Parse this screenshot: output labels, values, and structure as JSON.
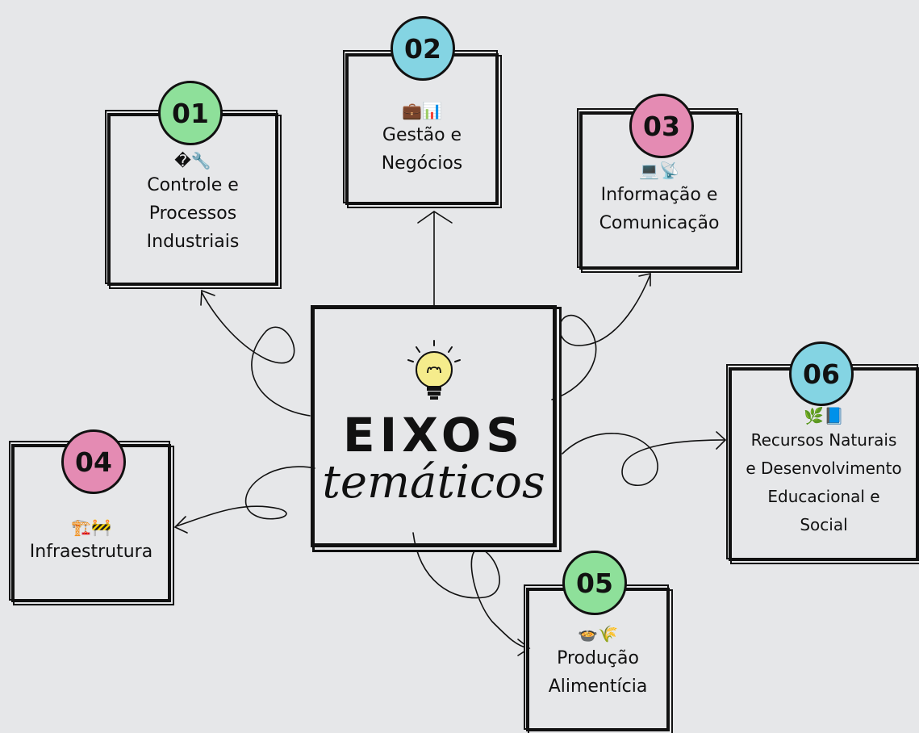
{
  "colors": {
    "background": "#e6e7e9",
    "green": "#8ee09a",
    "blue": "#84d4e3",
    "pink": "#e48bb3",
    "bulb": "#f5ec8c"
  },
  "title": {
    "line1": "EIXOS",
    "line2": "temáticos",
    "icon": "lightbulb-icon"
  },
  "axes": [
    {
      "number": "01",
      "icons": "�🔧",
      "lines": [
        "Controle e",
        "Processos",
        "Industriais"
      ]
    },
    {
      "number": "02",
      "icons": "💼📊",
      "lines": [
        "Gestão e",
        "Negócios"
      ]
    },
    {
      "number": "03",
      "icons": "💻📡",
      "lines": [
        "Informação e",
        "Comunicação"
      ]
    },
    {
      "number": "04",
      "icons": "🏗️🚧",
      "lines": [
        "Infraestrutura"
      ]
    },
    {
      "number": "05",
      "icons": "🍲🌾",
      "lines": [
        "Produção",
        "Alimentícia"
      ]
    },
    {
      "number": "06",
      "icons": "🌿📘",
      "lines": [
        "Recursos Naturais",
        "e Desenvolvimento",
        "Educacional e",
        "Social"
      ]
    }
  ]
}
